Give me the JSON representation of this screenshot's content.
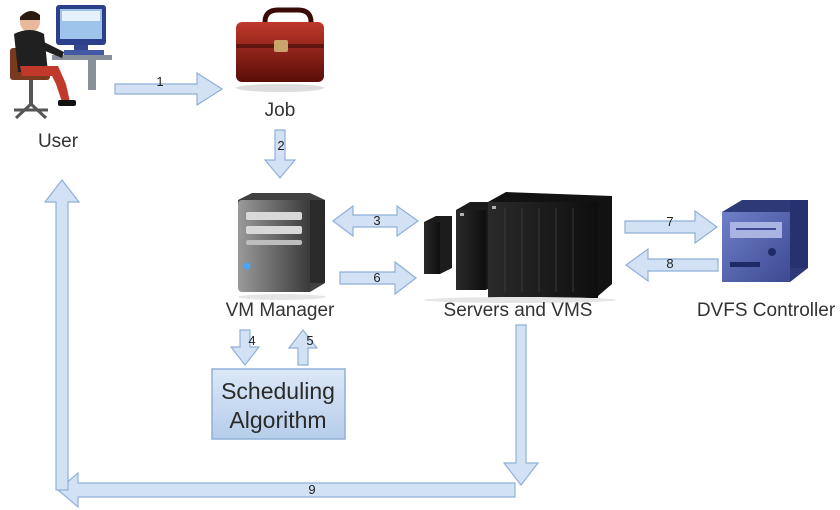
{
  "nodes": {
    "user": "User",
    "job": "Job",
    "vm_manager": "VM Manager",
    "servers": "Servers and VMS",
    "dvfs": "DVFS Controller",
    "scheduling_line1": "Scheduling",
    "scheduling_line2": "Algorithm"
  },
  "arrows": {
    "a1": "1",
    "a2": "2",
    "a3": "3",
    "a4": "4",
    "a5": "5",
    "a6": "6",
    "a7": "7",
    "a8": "8",
    "a9": "9"
  },
  "colors": {
    "arrow_fill": "#d2e1f3",
    "arrow_stroke": "#8fb0d8",
    "box_fill": "#c9dcf2"
  }
}
